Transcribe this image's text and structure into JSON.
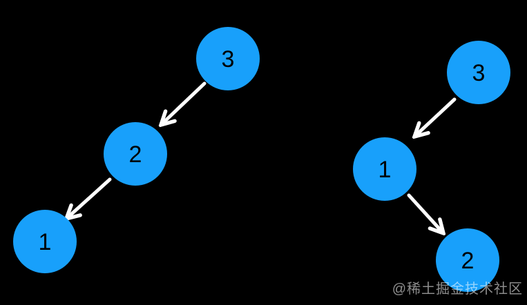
{
  "diagram": {
    "background": "#000000",
    "node_fill": "#18A0FB",
    "node_label_color": "#000000",
    "arrow_color": "#FFFFFF",
    "trees": [
      {
        "name": "left-tree",
        "description": "degenerate chain 3 -> 2 -> 1",
        "nodes": [
          {
            "label": "3"
          },
          {
            "label": "2"
          },
          {
            "label": "1"
          }
        ],
        "edges": [
          "3→2",
          "2→1"
        ]
      },
      {
        "name": "right-tree",
        "description": "zigzag chain 3 -> 1 -> 2",
        "nodes": [
          {
            "label": "3"
          },
          {
            "label": "1"
          },
          {
            "label": "2"
          }
        ],
        "edges": [
          "3→1",
          "1→2"
        ]
      }
    ]
  },
  "watermark": {
    "text": "@稀土掘金技术社区"
  }
}
